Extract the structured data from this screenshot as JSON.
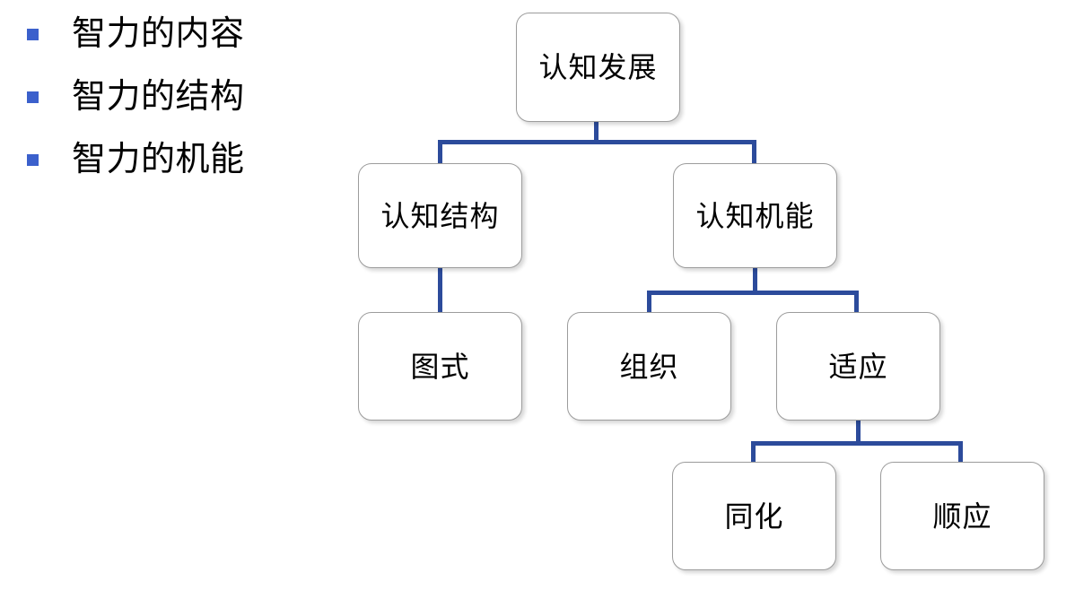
{
  "slide": {
    "background_color": "#FFFFFF",
    "bullet_color": "#3B60CC",
    "connector_color": "#2C4B9B",
    "node_border_color": "#9C9C9C",
    "node_fill_color": "#FFFFFF",
    "text_color": "#000000"
  },
  "bullets": [
    {
      "label": "智力的内容"
    },
    {
      "label": "智力的结构"
    },
    {
      "label": "智力的机能"
    }
  ],
  "diagram": {
    "type": "tree",
    "nodes": [
      {
        "id": "root",
        "label": "认知发展",
        "level": 0
      },
      {
        "id": "structure",
        "label": "认知结构",
        "level": 1
      },
      {
        "id": "function",
        "label": "认知机能",
        "level": 1
      },
      {
        "id": "schema",
        "label": "图式",
        "level": 2
      },
      {
        "id": "organize",
        "label": "组织",
        "level": 2
      },
      {
        "id": "adapt",
        "label": "适应",
        "level": 2
      },
      {
        "id": "assimilate",
        "label": "同化",
        "level": 3
      },
      {
        "id": "accommodate",
        "label": "顺应",
        "level": 3
      }
    ],
    "edges": [
      {
        "from": "认知发展",
        "to": "认知结构"
      },
      {
        "from": "认知发展",
        "to": "认知机能"
      },
      {
        "from": "认知结构",
        "to": "图式"
      },
      {
        "from": "认知机能",
        "to": "组织"
      },
      {
        "from": "认知机能",
        "to": "适应"
      },
      {
        "from": "适应",
        "to": "同化"
      },
      {
        "from": "适应",
        "to": "顺应"
      }
    ]
  }
}
